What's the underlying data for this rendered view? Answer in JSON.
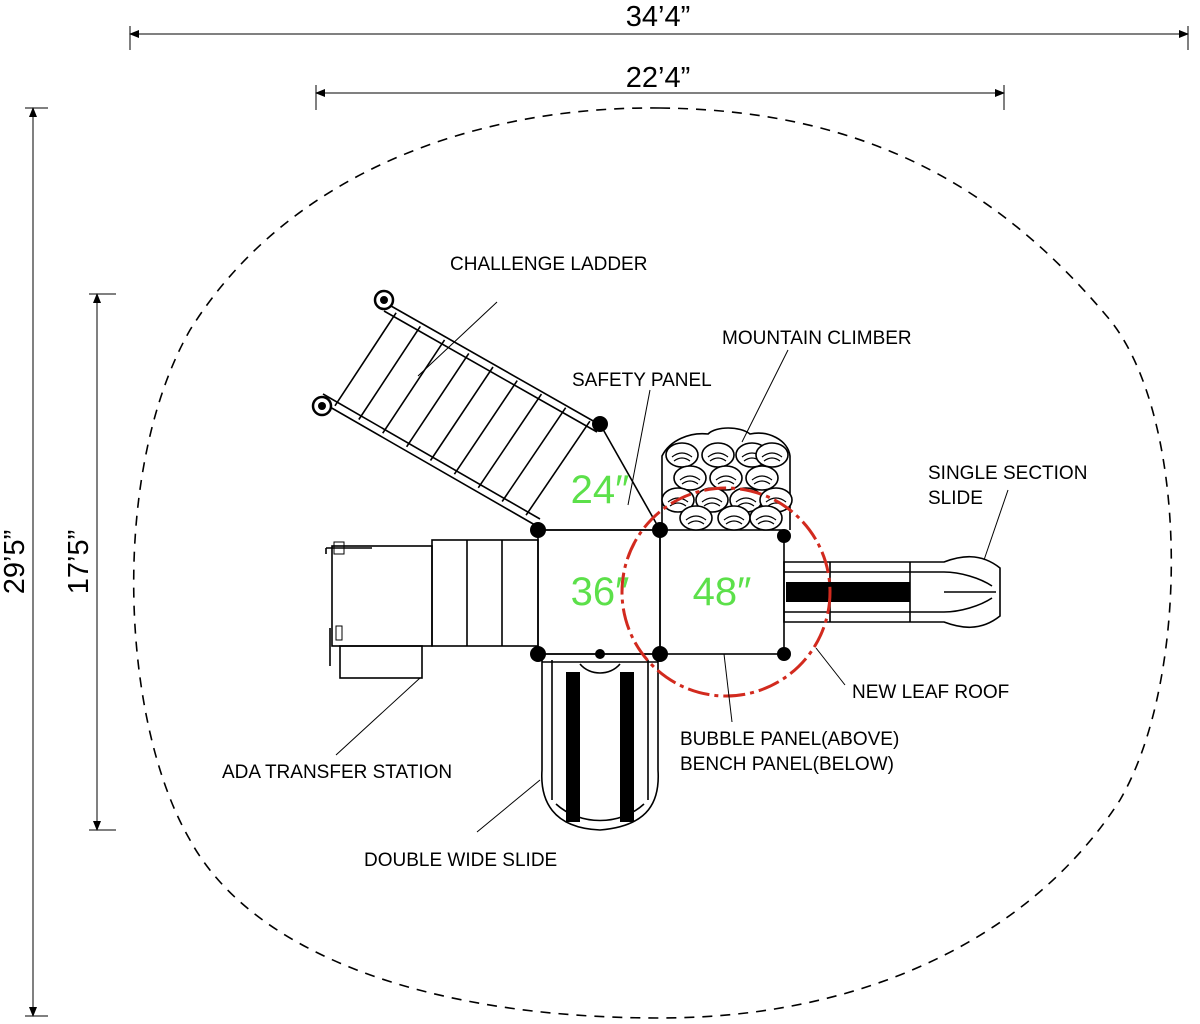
{
  "dimensions": {
    "overall_width": "34’4”",
    "structure_width": "22’4”",
    "overall_depth": "29’5”",
    "structure_depth": "17’5”"
  },
  "deck_heights": {
    "safety_deck": "24″",
    "left_deck": "36″",
    "right_deck": "48″"
  },
  "components": {
    "challenge_ladder": "CHALLENGE LADDER",
    "mountain_climber": "MOUNTAIN CLIMBER",
    "safety_panel": "SAFETY PANEL",
    "single_section_slide_line1": "SINGLE SECTION",
    "single_section_slide_line2": "SLIDE",
    "new_leaf_roof": "NEW LEAF ROOF",
    "bubble_panel_line1": "BUBBLE PANEL(ABOVE)",
    "bubble_panel_line2": "BENCH PANEL(BELOW)",
    "ada_transfer_station": "ADA TRANSFER  STATION",
    "double_wide_slide": "DOUBLE WIDE SLIDE"
  },
  "colors": {
    "deck_height_text": "#5ce04a",
    "roof_outline": "#d22a1e"
  }
}
